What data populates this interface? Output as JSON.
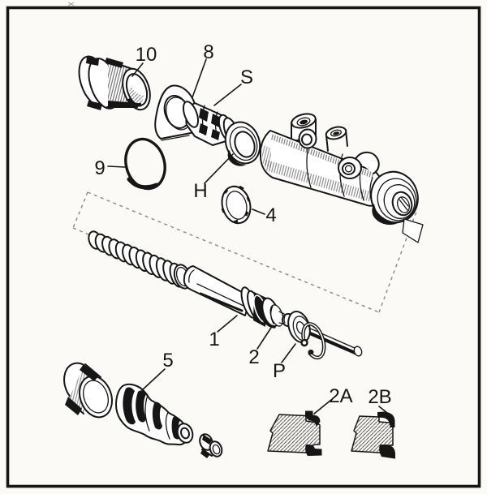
{
  "figure": {
    "type": "exploded-parts-diagram",
    "subject": "Master cylinder exploded view",
    "colors": {
      "background": "#fbfaf7",
      "ink": "#161616",
      "dashed_outline": "#878783"
    },
    "labels": [
      {
        "text": "10",
        "part": "threaded-filler-plug"
      },
      {
        "text": "8",
        "part": "gasket"
      },
      {
        "text": "S",
        "part": "valve-assembly"
      },
      {
        "text": "9",
        "part": "o-ring"
      },
      {
        "text": "H",
        "part": "valve-seal"
      },
      {
        "text": "4",
        "part": "lock-ring"
      },
      {
        "text": "1",
        "part": "piston"
      },
      {
        "text": "2",
        "part": "main-seal"
      },
      {
        "text": "P",
        "part": "stop-washer"
      },
      {
        "text": "5",
        "part": "rubber-boot"
      },
      {
        "text": "2A",
        "part": "seal-cross-section-a"
      },
      {
        "text": "2B",
        "part": "seal-cross-section-b"
      }
    ]
  }
}
